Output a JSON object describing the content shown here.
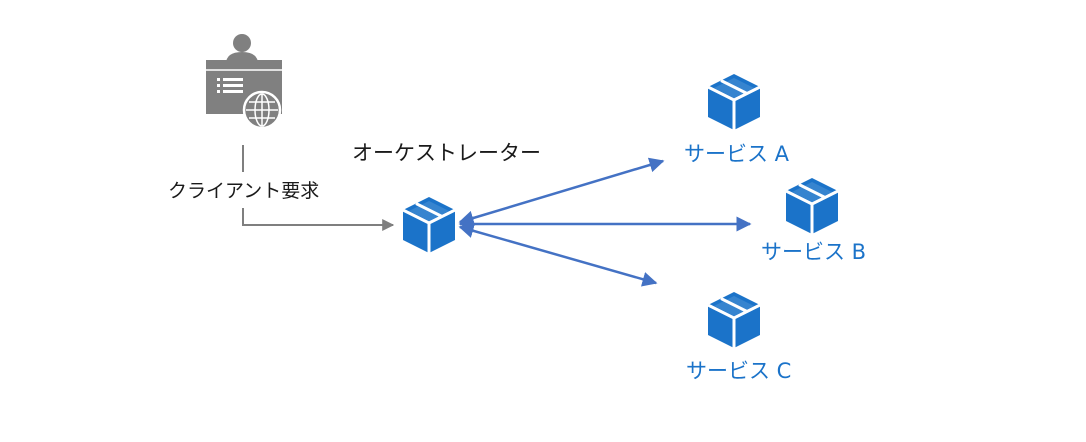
{
  "diagram": {
    "orchestrator": {
      "label": "オーケストレーター",
      "icon": "cube-icon"
    },
    "client": {
      "label": "クライアント要求",
      "icon": "user-web-client-icon"
    },
    "services": [
      {
        "label": "サービス A",
        "icon": "cube-icon"
      },
      {
        "label": "サービス B",
        "icon": "cube-icon"
      },
      {
        "label": "サービス C",
        "icon": "cube-icon"
      }
    ]
  },
  "colors": {
    "service_blue": "#1b73c9",
    "arrow_blue": "#4472c4",
    "client_gray": "#808080",
    "connector_gray": "#7f7f7f",
    "text_dark": "#1a1a1a"
  }
}
